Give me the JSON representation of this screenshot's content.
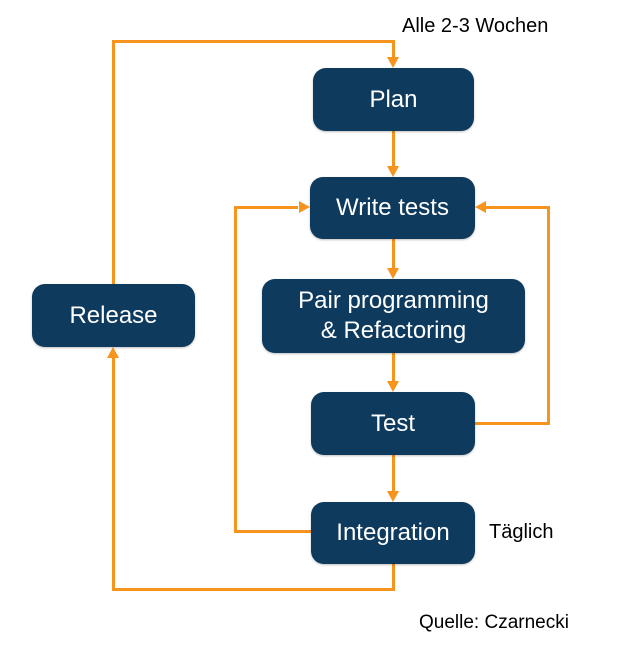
{
  "diagram": {
    "nodes": {
      "plan": {
        "label": "Plan"
      },
      "write_tests": {
        "label": "Write tests"
      },
      "pair_programming": {
        "label": "Pair programming\n& Refactoring"
      },
      "test": {
        "label": "Test"
      },
      "integration": {
        "label": "Integration"
      },
      "release": {
        "label": "Release"
      }
    },
    "annotations": {
      "cycle": "Alle 2-3 Wochen",
      "daily": "Täglich",
      "source": "Quelle: Czarnecki"
    },
    "edges": [
      {
        "from": "release",
        "to": "plan",
        "label": "Alle 2-3 Wochen"
      },
      {
        "from": "plan",
        "to": "write_tests"
      },
      {
        "from": "write_tests",
        "to": "pair_programming"
      },
      {
        "from": "pair_programming",
        "to": "test"
      },
      {
        "from": "test",
        "to": "integration"
      },
      {
        "from": "integration",
        "to": "write_tests"
      },
      {
        "from": "test",
        "to": "write_tests"
      },
      {
        "from": "integration",
        "to": "release",
        "label": "Täglich"
      }
    ],
    "colors": {
      "node_fill": "#0e3a5e",
      "node_text": "#ffffff",
      "arrow": "#f7941d",
      "annotation_text": "#000000",
      "background": "#ffffff"
    }
  }
}
